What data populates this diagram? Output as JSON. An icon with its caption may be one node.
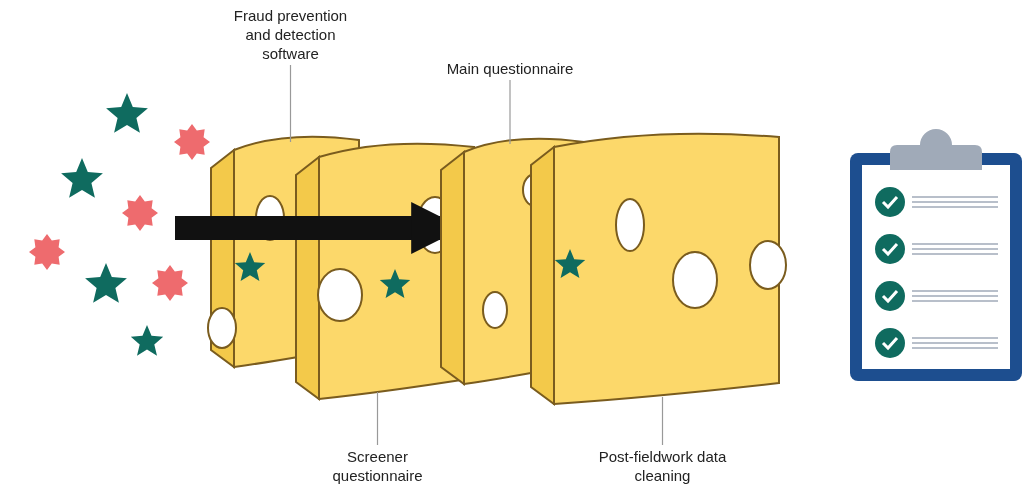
{
  "diagram": {
    "nodes": [
      {
        "text": [
          "Fraud prevention and detection software"
        ]
      },
      {
        "text": [],
        "shape": "picture"
      },
      {
        "text": [
          "Main questionnaire"
        ]
      },
      {
        "text": [],
        "shape": "picture"
      },
      {
        "text": [
          "Screener questionnaire"
        ]
      },
      {
        "text": [],
        "shape": "picture"
      },
      {
        "text": [
          "Post-fieldwork data cleaning"
        ]
      },
      {
        "text": [],
        "shape": "picture"
      }
    ],
    "edges": [
      {
        "from": 0,
        "to": 1,
        "arrow": "none"
      },
      {
        "from": 2,
        "to": 3,
        "arrow": "none"
      },
      {
        "from": 4,
        "to": 5,
        "arrow": "none"
      },
      {
        "from": 6,
        "to": 7,
        "arrow": "none"
      },
      {
        "from": null,
        "to": 3,
        "arrow": "to",
        "style": "thick",
        "color": "#111111"
      }
    ]
  }
}
